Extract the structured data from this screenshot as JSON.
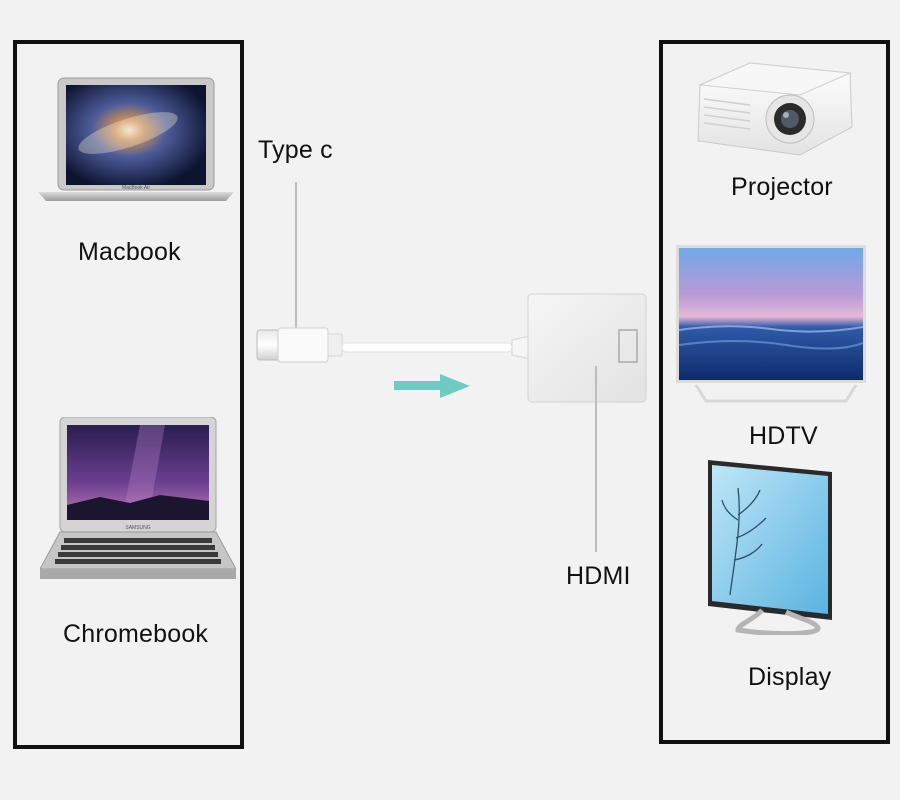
{
  "sources": {
    "macbook_label": "Macbook",
    "chromebook_label": "Chromebook",
    "macbook_badge": "MacBook Air",
    "chromebook_badge": "SAMSUNG"
  },
  "adapter": {
    "type_c_label": "Type c",
    "hdmi_label": "HDMI"
  },
  "outputs": {
    "projector_label": "Projector",
    "hdtv_label": "HDTV",
    "display_label": "Display"
  },
  "colors": {
    "panel_border": "#111111",
    "background": "#f2f2f2",
    "arrow": "#6fcac4",
    "cable": "#ffffff"
  },
  "icons": {
    "laptop_1": "macbook-icon",
    "laptop_2": "chromebook-icon",
    "projector": "projector-icon",
    "tv": "hdtv-icon",
    "monitor": "monitor-icon",
    "arrow": "arrow-right-icon"
  }
}
